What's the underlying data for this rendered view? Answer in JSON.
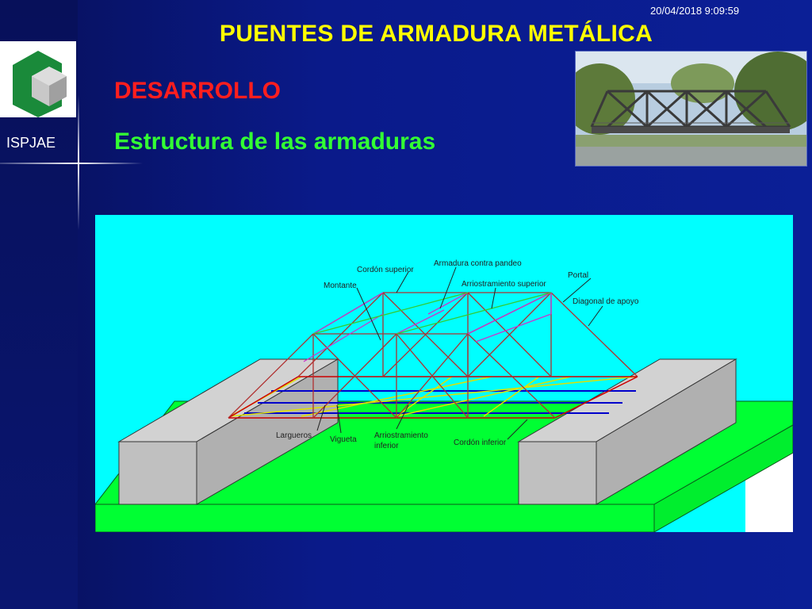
{
  "header": {
    "timestamp": "20/04/2018 9:09:59",
    "title": "PUENTES DE ARMADURA METÁLICA"
  },
  "logo": {
    "caption": "ISPJAE"
  },
  "content": {
    "section": "DESARROLLO",
    "subsection": "Estructura de las armaduras"
  },
  "diagram": {
    "labels": {
      "cordon_superior": "Cordón superior",
      "armadura_contra_pandeo": "Armadura contra pandeo",
      "arriostramiento_superior": "Arriostramiento superior",
      "portal": "Portal",
      "montante": "Montante",
      "diagonal_de_apoyo": "Diagonal de apoyo",
      "largueros": "Largueros",
      "vigueta": "Vigueta",
      "arriostramiento_inferior_1": "Arriostramiento",
      "arriostramiento_inferior_2": "inferior",
      "cordon_inferior": "Cordón inferior"
    },
    "colors": {
      "sky": "#00ffff",
      "ground": "#00ff33",
      "abutment": "#c0c0c0",
      "truss_main": "#b03030",
      "bracing_magenta": "#cc33cc",
      "bracing_green": "#33cc33",
      "stringer_blue": "#0000cc",
      "floor_yellow": "#e0e000"
    }
  }
}
